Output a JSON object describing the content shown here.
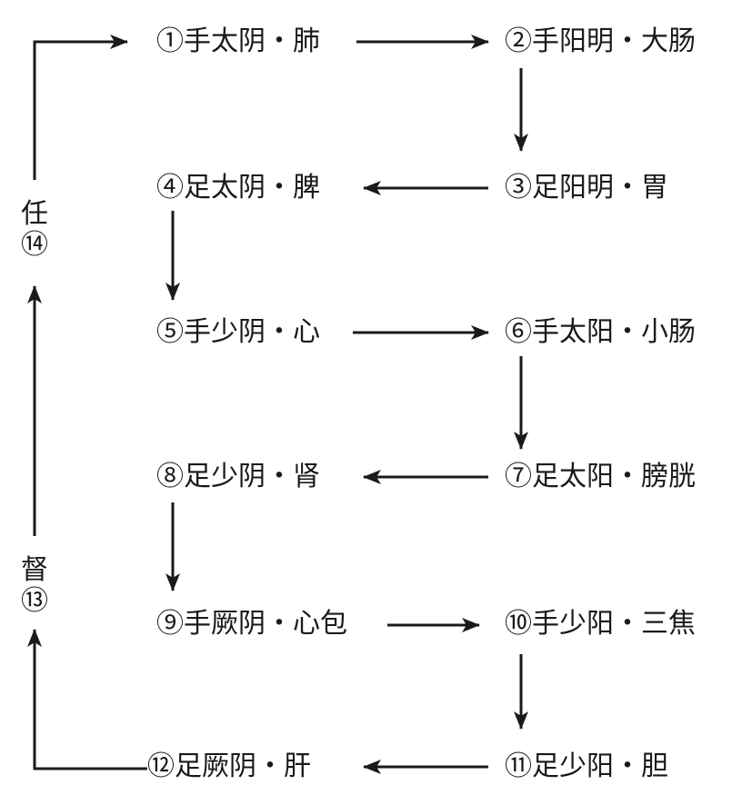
{
  "nodes": [
    {
      "id": "n1",
      "text": "①手太阴・肺"
    },
    {
      "id": "n2",
      "text": "②手阳明・大肠"
    },
    {
      "id": "n3",
      "text": "③足阳明・胃"
    },
    {
      "id": "n4",
      "text": "④足太阴・脾"
    },
    {
      "id": "n5",
      "text": "⑤手少阴・心"
    },
    {
      "id": "n6",
      "text": "⑥手太阳・小肠"
    },
    {
      "id": "n7",
      "text": "⑦足太阳・膀胱"
    },
    {
      "id": "n8",
      "text": "⑧足少阴・肾"
    },
    {
      "id": "n9",
      "text": "⑨手厥阴・心包"
    },
    {
      "id": "n10",
      "text": "⑩手少阳・三焦"
    },
    {
      "id": "n11",
      "text": "⑪足少阳・胆"
    },
    {
      "id": "n12",
      "text": "⑫足厥阴・肝"
    }
  ],
  "side_labels": {
    "ren": {
      "name": "任",
      "number": "⑭"
    },
    "du": {
      "name": "督",
      "number": "⑬"
    }
  }
}
